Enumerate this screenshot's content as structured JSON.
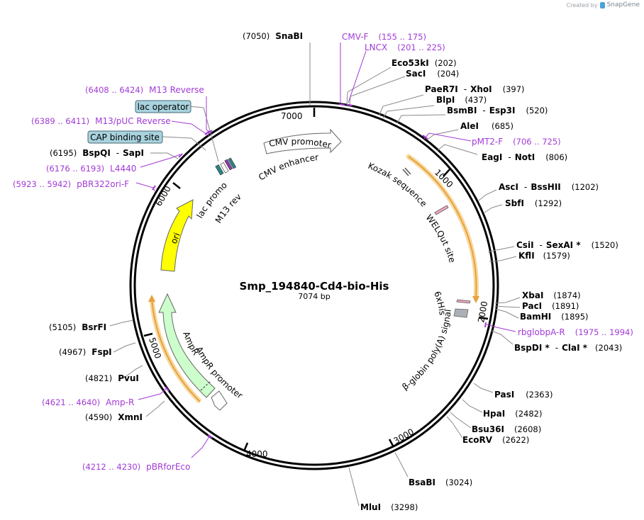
{
  "credit": {
    "created_by": "Created by",
    "brand": "SnapGene"
  },
  "plasmid": {
    "name": "Smp_194840-Cd4-bio-His",
    "length_label": "7074 bp"
  },
  "ticks": [
    "7000",
    "1000",
    "2000",
    "3000",
    "4000",
    "5000",
    "6000"
  ],
  "restriction_sites": [
    {
      "name": "SnaBI",
      "pos": "(7050)"
    },
    {
      "name": "Eco53kI",
      "pos": "(202)"
    },
    {
      "name": "SacI",
      "pos": "(204)"
    },
    {
      "name": "PaeR7I",
      "name2": "XhoI",
      "pos": "(397)"
    },
    {
      "name": "BlpI",
      "pos": "(437)"
    },
    {
      "name": "BsmBI",
      "name2": "Esp3I",
      "pos": "(520)"
    },
    {
      "name": "AleI",
      "pos": "(685)"
    },
    {
      "name": "EagI",
      "name2": "NotI",
      "pos": "(806)"
    },
    {
      "name": "AscI",
      "name2": "BssHII",
      "pos": "(1202)"
    },
    {
      "name": "SbfI",
      "pos": "(1292)"
    },
    {
      "name": "CsiI",
      "name2": "SexAI *",
      "pos": "(1520)"
    },
    {
      "name": "KflI",
      "pos": "(1579)"
    },
    {
      "name": "XbaI",
      "pos": "(1874)"
    },
    {
      "name": "PacI",
      "pos": "(1891)"
    },
    {
      "name": "BamHI",
      "pos": "(1895)"
    },
    {
      "name": "BspDI *",
      "name2": "ClaI *",
      "pos": "(2043)"
    },
    {
      "name": "PasI",
      "pos": "(2363)"
    },
    {
      "name": "HpaI",
      "pos": "(2482)"
    },
    {
      "name": "Bsu36I",
      "pos": "(2608)"
    },
    {
      "name": "EcoRV",
      "pos": "(2622)"
    },
    {
      "name": "BsaBI",
      "pos": "(3024)"
    },
    {
      "name": "MluI",
      "pos": "(3298)"
    },
    {
      "name": "XmnI",
      "pos": "(4590)"
    },
    {
      "name": "PvuI",
      "pos": "(4821)"
    },
    {
      "name": "FspI",
      "pos": "(4967)"
    },
    {
      "name": "BsrFI",
      "pos": "(5105)"
    },
    {
      "name": "BspQI",
      "name2": "SapI",
      "pos": "(6195)"
    }
  ],
  "primers": [
    {
      "name": "CMV-F",
      "pos": "(155 .. 175)"
    },
    {
      "name": "LNCX",
      "pos": "(201 .. 225)"
    },
    {
      "name": "pMT2-F",
      "pos": "(706 .. 725)"
    },
    {
      "name": "rbglobpA-R",
      "pos": "(1975 .. 1994)"
    },
    {
      "name": "Amp-R",
      "pos": "(4621 .. 4640)"
    },
    {
      "name": "pBRforEco",
      "pos": "(4212 .. 4230)"
    },
    {
      "name": "pBR322ori-F",
      "pos": "(5923 .. 5942)"
    },
    {
      "name": "L4440",
      "pos": "(6176 .. 6193)"
    },
    {
      "name": "M13/pUC Reverse",
      "pos": "(6389 .. 6411)"
    },
    {
      "name": "M13 Reverse",
      "pos": "(6408 .. 6424)"
    }
  ],
  "boxed_features": [
    "lac operator",
    "CAP binding site"
  ],
  "features": {
    "cmv_enhancer": "CMV enhancer",
    "cmv_promoter": "CMV promoter",
    "kozak": "Kozak sequence",
    "welqut": "WELQut site",
    "his": "6xHis",
    "bglobin": "β-globin poly(A) signal",
    "ampr": "AmpR",
    "ampr_promoter": "AmpR promoter",
    "ori": "ori",
    "lac_promoter": "lac promoter",
    "m13rev": "M13 rev"
  },
  "colors": {
    "backbone": "#000000",
    "primer": "#a23ad6",
    "promoter_fill": "#ffffff",
    "ori_fill": "#ffff00",
    "ampr_fill": "#ccffcc",
    "orf_line": "#e8a13c",
    "orf_glow": "#f7d9a0",
    "box_fill": "#a8d3de"
  }
}
